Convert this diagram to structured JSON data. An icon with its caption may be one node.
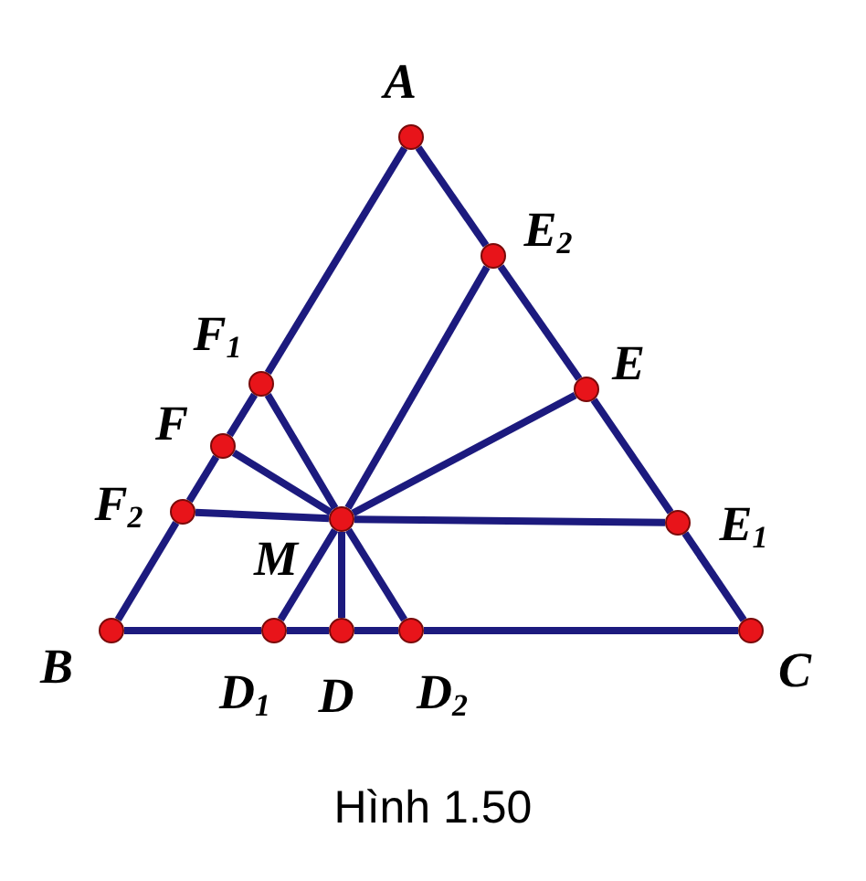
{
  "diagram": {
    "caption": "Hình 1.50",
    "nodes": [
      {
        "text": [
          "A"
        ]
      },
      {
        "text": [
          "E$_{2}$"
        ]
      },
      {
        "text": [
          "F$_{1}$"
        ]
      },
      {
        "text": [
          "E"
        ]
      },
      {
        "text": [
          "F"
        ]
      },
      {
        "text": [
          "F$_{2}$"
        ]
      },
      {
        "text": [
          "M"
        ]
      },
      {
        "text": [
          "E$_{1}$"
        ]
      },
      {
        "text": [
          "B"
        ]
      },
      {
        "text": [
          "D$_{1}$"
        ]
      },
      {
        "text": [
          "D"
        ]
      },
      {
        "text": [
          "D$_{2}$"
        ]
      },
      {
        "text": [
          "C"
        ]
      }
    ],
    "edges": [
      {
        "from": 0,
        "to": 1,
        "arrow": "none"
      },
      {
        "from": 1,
        "to": 3,
        "arrow": "none"
      },
      {
        "from": 3,
        "to": 7,
        "arrow": "none"
      },
      {
        "from": 7,
        "to": 12,
        "arrow": "none"
      },
      {
        "from": 8,
        "to": 9,
        "arrow": "none"
      },
      {
        "from": 9,
        "to": 10,
        "arrow": "none"
      },
      {
        "from": 10,
        "to": 11,
        "arrow": "none"
      },
      {
        "from": 11,
        "to": 12,
        "arrow": "none"
      },
      {
        "from": 0,
        "to": 2,
        "arrow": "none"
      },
      {
        "from": 2,
        "to": 4,
        "arrow": "none"
      },
      {
        "from": 4,
        "to": 5,
        "arrow": "none"
      },
      {
        "from": 5,
        "to": 8,
        "arrow": "none"
      },
      {
        "from": 6,
        "to": 2,
        "arrow": "none"
      },
      {
        "from": 6,
        "to": 4,
        "arrow": "none"
      },
      {
        "from": 6,
        "to": 5,
        "arrow": "none"
      },
      {
        "from": 6,
        "to": 1,
        "arrow": "none"
      },
      {
        "from": 6,
        "to": 3,
        "arrow": "none"
      },
      {
        "from": 6,
        "to": 7,
        "arrow": "none"
      },
      {
        "from": 6,
        "to": 9,
        "arrow": "none"
      },
      {
        "from": 6,
        "to": 10,
        "arrow": "none"
      },
      {
        "from": 6,
        "to": 11,
        "arrow": "none"
      }
    ]
  }
}
